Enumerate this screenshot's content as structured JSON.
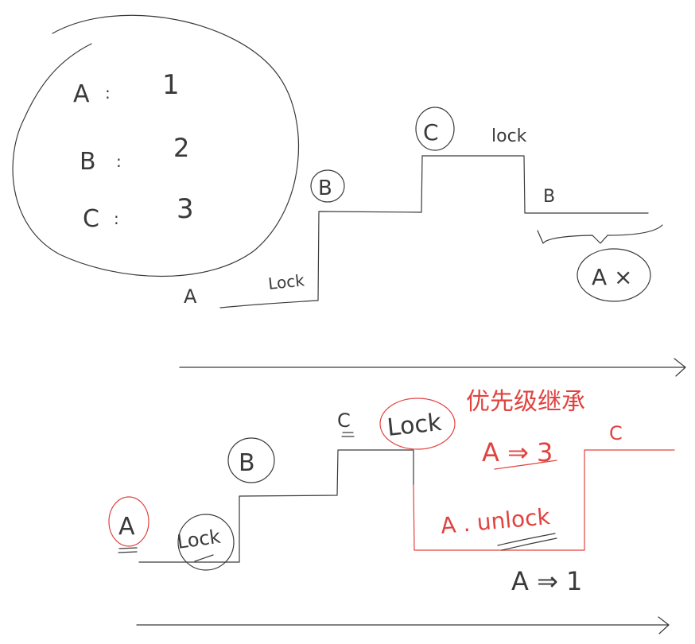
{
  "legend": {
    "a_letter": "A",
    "a_sep": ":",
    "a_value": "1",
    "b_letter": "B",
    "b_sep": ":",
    "b_value": "2",
    "c_letter": "C",
    "c_sep": ":",
    "c_value": "3"
  },
  "top_timeline": {
    "a_label": "A",
    "a_lock_text": "Lock",
    "b_label": "B",
    "c_label": "C",
    "c_lock_text": "lock",
    "b_label_after": "B",
    "a_blocked_label": "A ×"
  },
  "bottom_timeline": {
    "a_label": "A",
    "a_lock_text": "Lock",
    "b_label": "B",
    "c_label": "C",
    "c_lock_text": "Lock",
    "inheritance_title": "优先级继承",
    "a_to_3": "A ⇒ 3",
    "c_label_after": "C",
    "a_unlock_text": "A . unlock",
    "a_to_1": "A ⇒ 1"
  },
  "colors": {
    "ink": "#3a3a3a",
    "accent": "#e0433f",
    "background": "#ffffff"
  }
}
